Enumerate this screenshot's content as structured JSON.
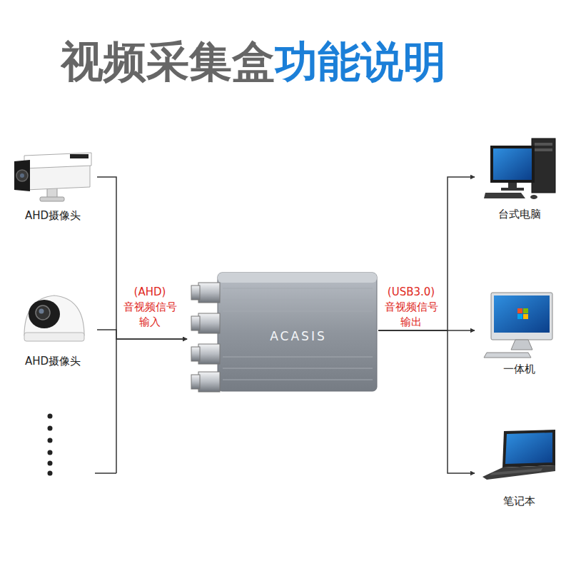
{
  "diagram": {
    "title": "视频采集盒功能说明",
    "nodes": [
      {
        "text": [
          "AHD摄像头"
        ]
      },
      {
        "text": [
          "AHD摄像头"
        ]
      },
      {
        "text": [
          "ACASIS"
        ]
      },
      {
        "text": [
          "台式电脑"
        ]
      },
      {
        "text": [
          "一体机"
        ]
      },
      {
        "text": [
          "笔记本"
        ]
      }
    ],
    "edges": [
      {
        "from": 0,
        "to": 2,
        "arrow": "to",
        "label": "(AHD) 音视频信号 输入"
      },
      {
        "from": 1,
        "to": 2,
        "arrow": "to"
      },
      {
        "from": 2,
        "to": 3,
        "arrow": "to",
        "label": "(USB3.0) 音视频信号 输出"
      },
      {
        "from": 2,
        "to": 4,
        "arrow": "to"
      },
      {
        "from": 2,
        "to": 5,
        "arrow": "to"
      }
    ]
  }
}
